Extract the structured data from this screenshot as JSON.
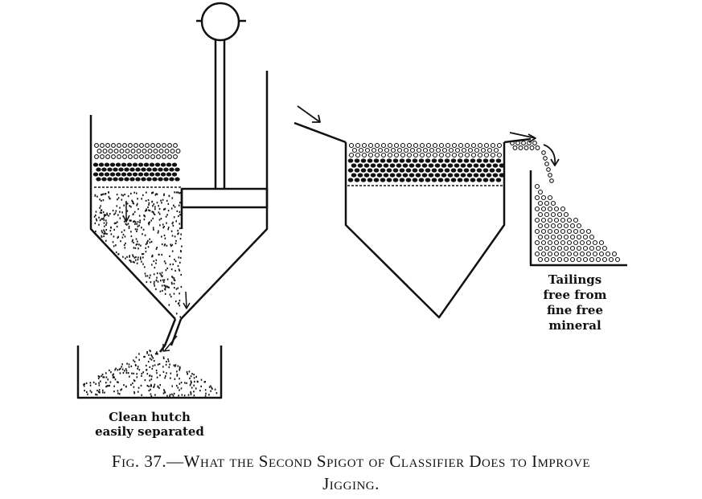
{
  "labels": {
    "hutch_line1": "Clean hutch",
    "hutch_line2": "easily separated",
    "tailings_line1": "Tailings",
    "tailings_line2": "free from",
    "tailings_line3": "fine free",
    "tailings_line4": "mineral"
  },
  "caption": {
    "line1": "Fig. 37.—What the Second Spigot of Classifier Does to Improve",
    "line2": "Jigging."
  },
  "colors": {
    "ink": "#111111",
    "paper": "#ffffff"
  }
}
